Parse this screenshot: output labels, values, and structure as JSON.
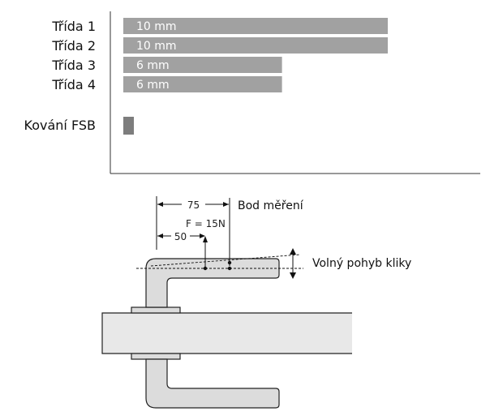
{
  "chart_data": {
    "type": "bar",
    "orientation": "horizontal",
    "categories": [
      "Třída 1",
      "Třída 2",
      "Třída 3",
      "Třída 4",
      "Kování FSB"
    ],
    "values": [
      10,
      10,
      6,
      6,
      null
    ],
    "data_labels": [
      "10 mm",
      "10 mm",
      "6 mm",
      "6 mm",
      ""
    ],
    "xlim": [
      0,
      10
    ],
    "grid": false
  },
  "diagram": {
    "dim_75": "75",
    "dim_50": "50",
    "force_label": "F = 15N",
    "measure_point_label": "Bod měření",
    "free_play_label": "Volný pohyb kliky"
  },
  "colors": {
    "bar": "#a1a1a1",
    "bar_fsb": "#7d7d7d"
  }
}
